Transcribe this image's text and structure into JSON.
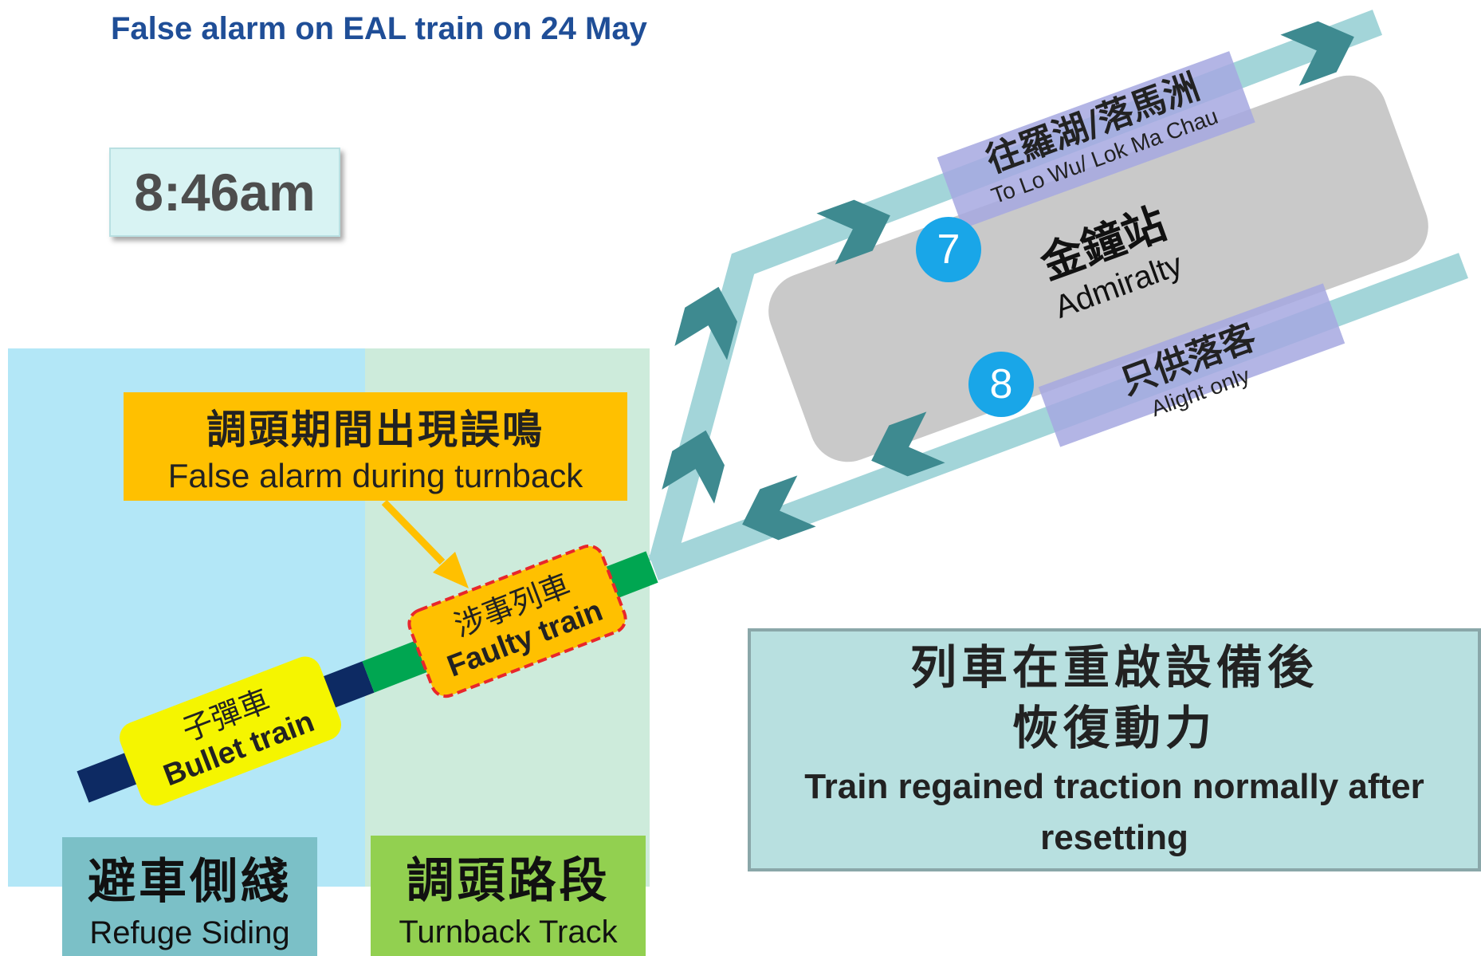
{
  "title": "False alarm on EAL train on 24 May",
  "time": "8:46am",
  "alarm": {
    "zh": "調頭期間出現誤鳴",
    "en": "False alarm during turnback"
  },
  "zones": {
    "refuge": {
      "zh": "避車側綫",
      "en": "Refuge Siding"
    },
    "turnback": {
      "zh": "調頭路段",
      "en": "Turnback Track"
    }
  },
  "trains": {
    "bullet": {
      "zh": "子彈車",
      "en": "Bullet train"
    },
    "faulty": {
      "zh": "涉事列車",
      "en": "Faulty train"
    }
  },
  "station": {
    "zh": "金鐘站",
    "en": "Admiralty",
    "platform_upper": {
      "number": "7",
      "zh": "往羅湖/落馬洲",
      "en": "To Lo Wu/ Lok Ma Chau"
    },
    "platform_lower": {
      "number": "8",
      "zh": "只供落客",
      "en": "Alight only"
    }
  },
  "result": {
    "zh_line1": "列車在重啟設備後",
    "zh_line2": "恢復動力",
    "en": "Train regained traction normally after resetting"
  },
  "colors": {
    "title": "#1f4e97",
    "refuge_zone": "#b3e7f7",
    "turnback_zone": "#cdebdb",
    "track": "#a3d5d9",
    "arrow": "#3e8a90",
    "platform_badge": "#19a6e8",
    "platform_label": "#a6a8e0",
    "station": "#c9c9c9",
    "alarm": "#ffc000",
    "bullet_train": "#f5f500",
    "faulty_train": "#ffc000",
    "track_dark": "#0d2a63",
    "track_green": "#00a651",
    "result_box": "#b8e0e0"
  }
}
